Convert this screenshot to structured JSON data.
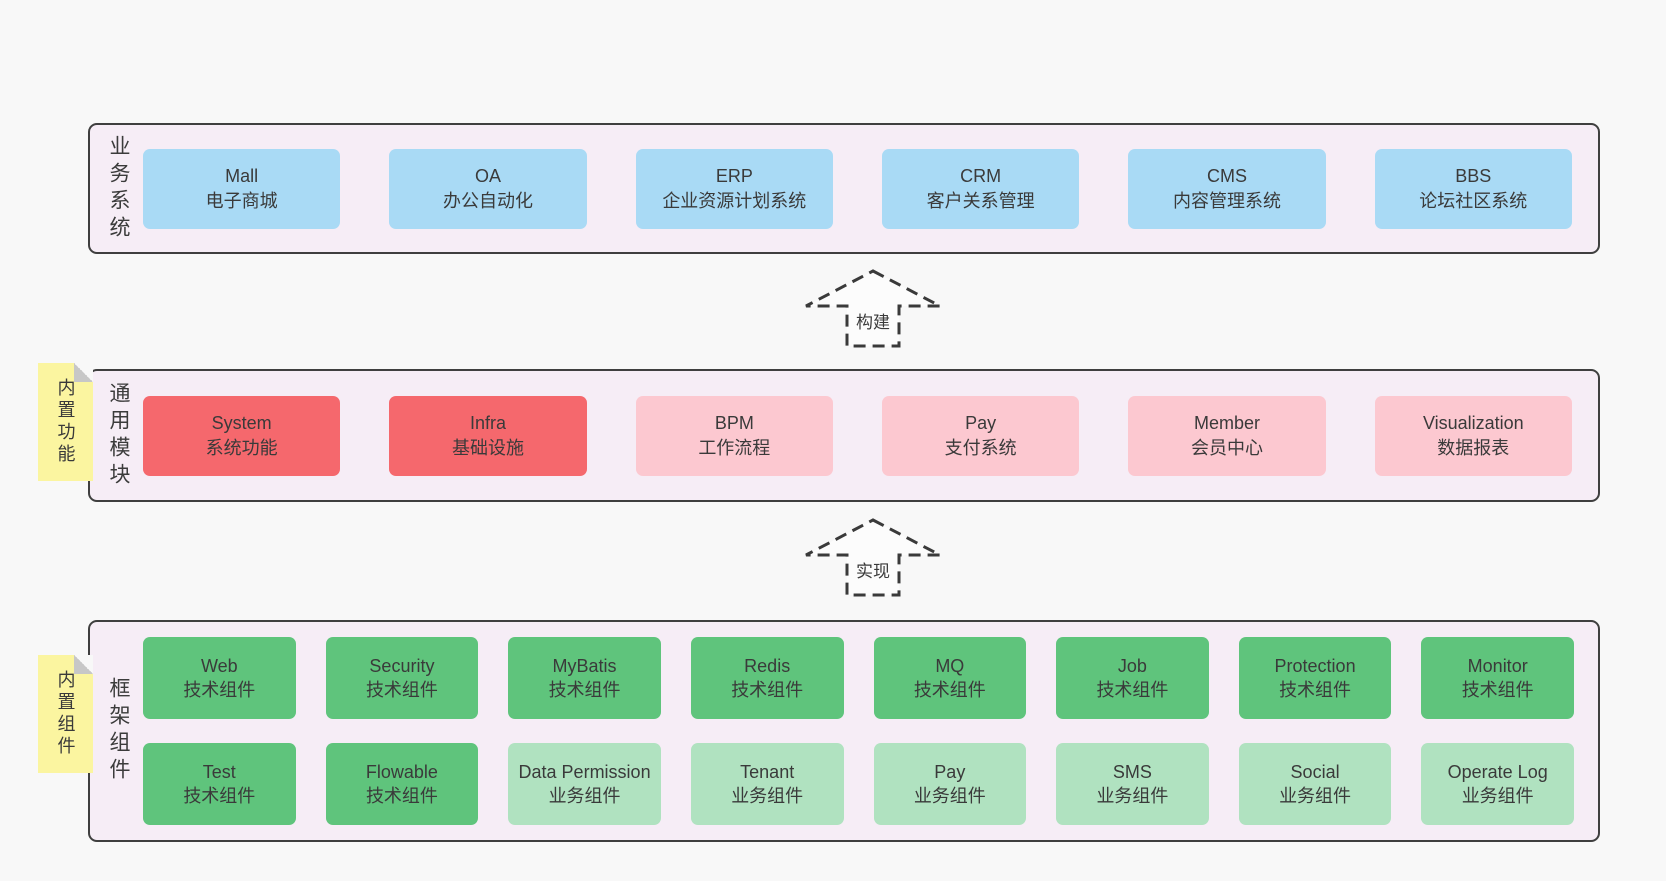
{
  "colors": {
    "page_bg": "#f8f8f8",
    "band_bg": "#f6edf6",
    "band_border": "#3f3f3f",
    "business_box": "#a9daf5",
    "module_core_box": "#f5686d",
    "module_box": "#fcc8d0",
    "tech_component_box": "#5fc47c",
    "biz_component_box": "#b0e2c0",
    "sticky_note": "#fbf5a0",
    "sticky_fold": "#c7c7c7",
    "text": "#3a3a3a"
  },
  "arrows": [
    {
      "label": "构建"
    },
    {
      "label": "实现"
    }
  ],
  "bands": [
    {
      "label": "业务系统",
      "boxes": [
        {
          "name": "Mall",
          "desc": "电子商城",
          "variant": "blue"
        },
        {
          "name": "OA",
          "desc": "办公自动化",
          "variant": "blue"
        },
        {
          "name": "ERP",
          "desc": "企业资源计划系统",
          "variant": "blue"
        },
        {
          "name": "CRM",
          "desc": "客户关系管理",
          "variant": "blue"
        },
        {
          "name": "CMS",
          "desc": "内容管理系统",
          "variant": "blue"
        },
        {
          "name": "BBS",
          "desc": "论坛社区系统",
          "variant": "blue"
        }
      ]
    },
    {
      "label": "通用模块",
      "sticky": "内置功能",
      "boxes": [
        {
          "name": "System",
          "desc": "系统功能",
          "variant": "red"
        },
        {
          "name": "Infra",
          "desc": "基础设施",
          "variant": "red"
        },
        {
          "name": "BPM",
          "desc": "工作流程",
          "variant": "pink"
        },
        {
          "name": "Pay",
          "desc": "支付系统",
          "variant": "pink"
        },
        {
          "name": "Member",
          "desc": "会员中心",
          "variant": "pink"
        },
        {
          "name": "Visualization",
          "desc": "数据报表",
          "variant": "pink"
        }
      ]
    },
    {
      "label": "框架组件",
      "sticky": "内置组件",
      "rows": [
        [
          {
            "name": "Web",
            "desc": "技术组件",
            "variant": "dgreen"
          },
          {
            "name": "Security",
            "desc": "技术组件",
            "variant": "dgreen"
          },
          {
            "name": "MyBatis",
            "desc": "技术组件",
            "variant": "dgreen"
          },
          {
            "name": "Redis",
            "desc": "技术组件",
            "variant": "dgreen"
          },
          {
            "name": "MQ",
            "desc": "技术组件",
            "variant": "dgreen"
          },
          {
            "name": "Job",
            "desc": "技术组件",
            "variant": "dgreen"
          },
          {
            "name": "Protection",
            "desc": "技术组件",
            "variant": "dgreen"
          },
          {
            "name": "Monitor",
            "desc": "技术组件",
            "variant": "dgreen"
          }
        ],
        [
          {
            "name": "Test",
            "desc": "技术组件",
            "variant": "dgreen"
          },
          {
            "name": "Flowable",
            "desc": "技术组件",
            "variant": "dgreen"
          },
          {
            "name": "Data Permission",
            "desc": "业务组件",
            "variant": "lgreen"
          },
          {
            "name": "Tenant",
            "desc": "业务组件",
            "variant": "lgreen"
          },
          {
            "name": "Pay",
            "desc": "业务组件",
            "variant": "lgreen"
          },
          {
            "name": "SMS",
            "desc": "业务组件",
            "variant": "lgreen"
          },
          {
            "name": "Social",
            "desc": "业务组件",
            "variant": "lgreen"
          },
          {
            "name": "Operate Log",
            "desc": "业务组件",
            "variant": "lgreen"
          }
        ]
      ]
    }
  ]
}
